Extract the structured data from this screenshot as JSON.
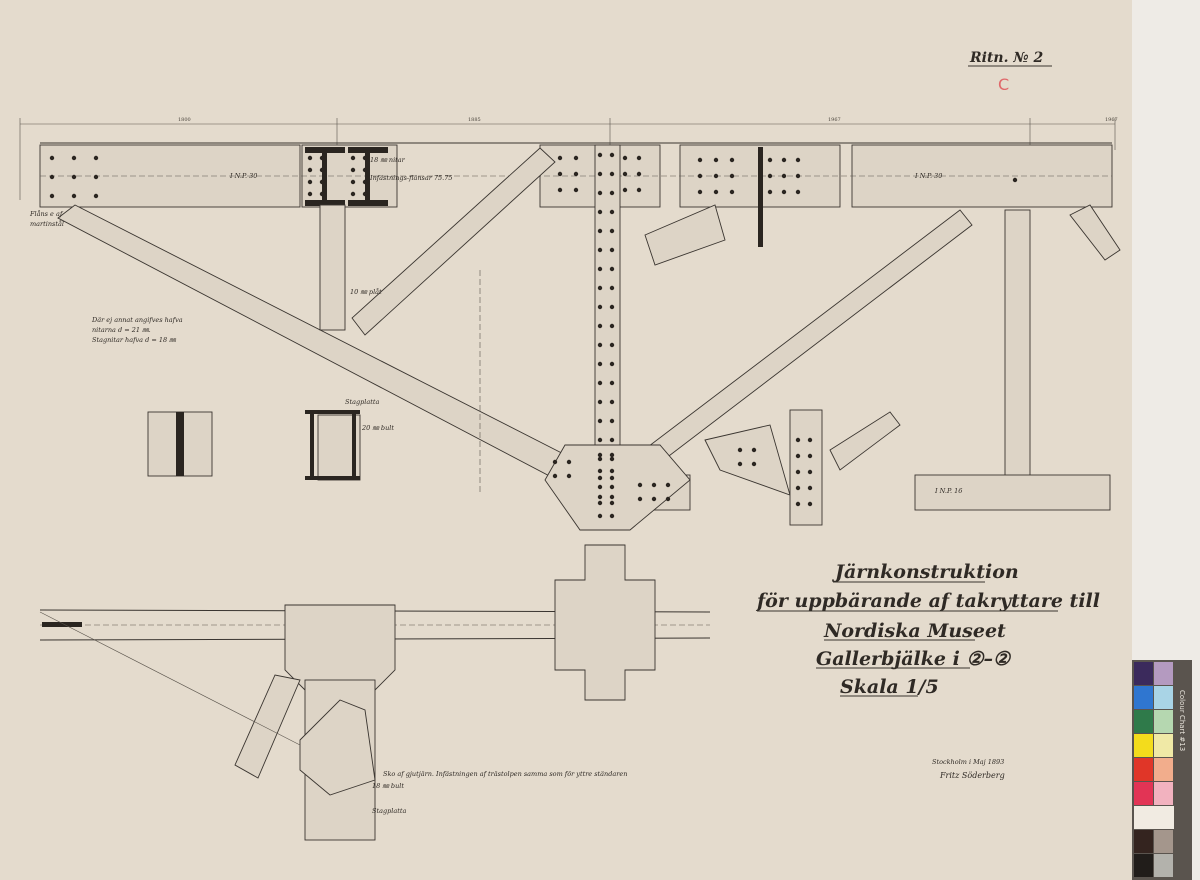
{
  "sheet": {
    "drawing_number": "Ritn. № 2",
    "red_mark": "C"
  },
  "title_block": {
    "line1": "Järnkonstruktion",
    "line2": "för uppbärande af takryttare  till",
    "line3": "Nordiska Museet",
    "line4": "Gallerbjälke i ②–②",
    "scale": "Skala 1/5",
    "place_date": "Stockholm i Maj 1893",
    "signature": "Fritz Söderberg"
  },
  "dimensions": [
    "1800",
    "1885",
    "1967",
    "1967"
  ],
  "annotations": {
    "flange_note_1": "Flåns e af",
    "flange_note_2": "martinstål",
    "general_note_1": "Där ej annat angifves hafva",
    "general_note_2": "nitarna d = 21 ㎜.",
    "general_note_3": "Stagnitar hafva d = 18 ㎜",
    "profile_top": "I N.P. 30",
    "profile_top_right": "I N.P. 30",
    "profile_bottom": "I N.P. 16",
    "rivet_label": "18 ㎜ nitar",
    "stiffener_label": "Infästnings-flänsar 75.75",
    "plate_label": "10 ㎜ plåt",
    "stagplatta_top": "Stagplatta",
    "stagplatta_bottom": "Stagplatta",
    "bolt_label": "20 ㎜ bult",
    "bottom_bolt_label": "18 ㎜ bult",
    "bottom_note": "Sko af gjutjärn. Infästningen af trästolpen samma som för yttre ständaren"
  },
  "colour_chart": {
    "title": "Colour Chart #13",
    "patches": [
      "#3b2a5c",
      "#b49ac0",
      "#2f76d0",
      "#a9d4e6",
      "#2f7a4a",
      "#b5d7b0",
      "#f3dc1c",
      "#f0e9a6",
      "#e03628",
      "#f2ad8c",
      "#e23455",
      "#f2b2bf",
      "#f1ebe2",
      "#34241f",
      "#a4968c",
      "#211d1a",
      "#b3b2ac"
    ]
  }
}
